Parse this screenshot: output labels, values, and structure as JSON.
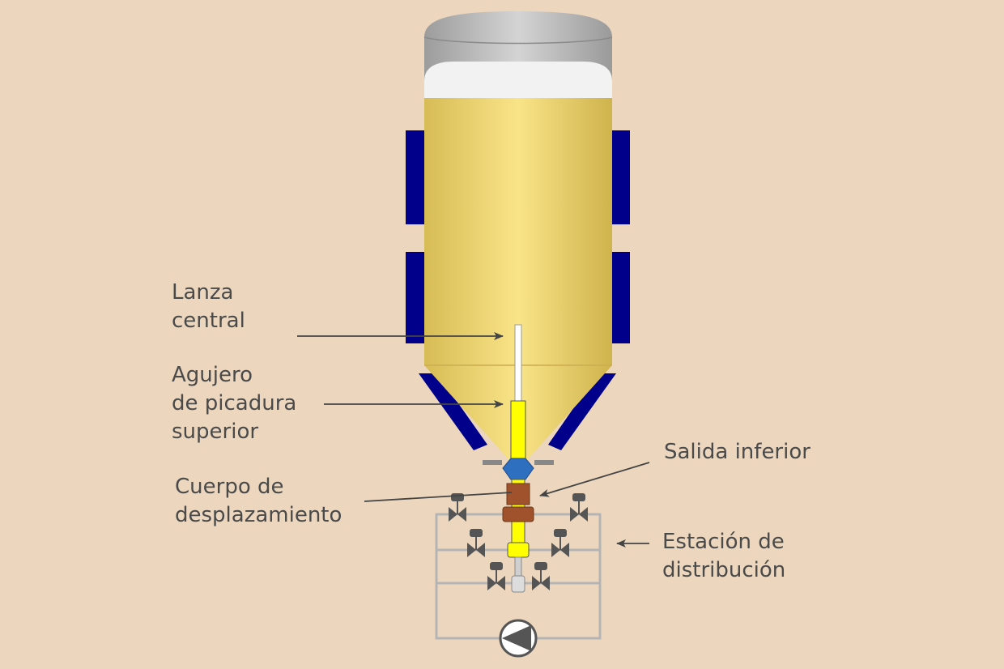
{
  "labels": {
    "lanza_central": [
      "Lanza",
      "central"
    ],
    "agujero_picadura": [
      "Agujero",
      "de picadura",
      "superior"
    ],
    "salida_inferior": [
      "Salida inferior"
    ],
    "cuerpo_desplazamiento": [
      "Cuerpo de",
      "desplazamiento"
    ],
    "estacion_distribucion": [
      "Estación de",
      "distribución"
    ]
  },
  "colors": {
    "background": "#ecd7be",
    "silo_body": "#f5df7c",
    "jacket": "#00008b",
    "lance": "#ffff00",
    "displacement_body": "#2f6fbf",
    "outlet": "#a0522d",
    "pipe": "#b4b4b4",
    "valve": "#555555",
    "label_text": "#4a4a4a"
  }
}
